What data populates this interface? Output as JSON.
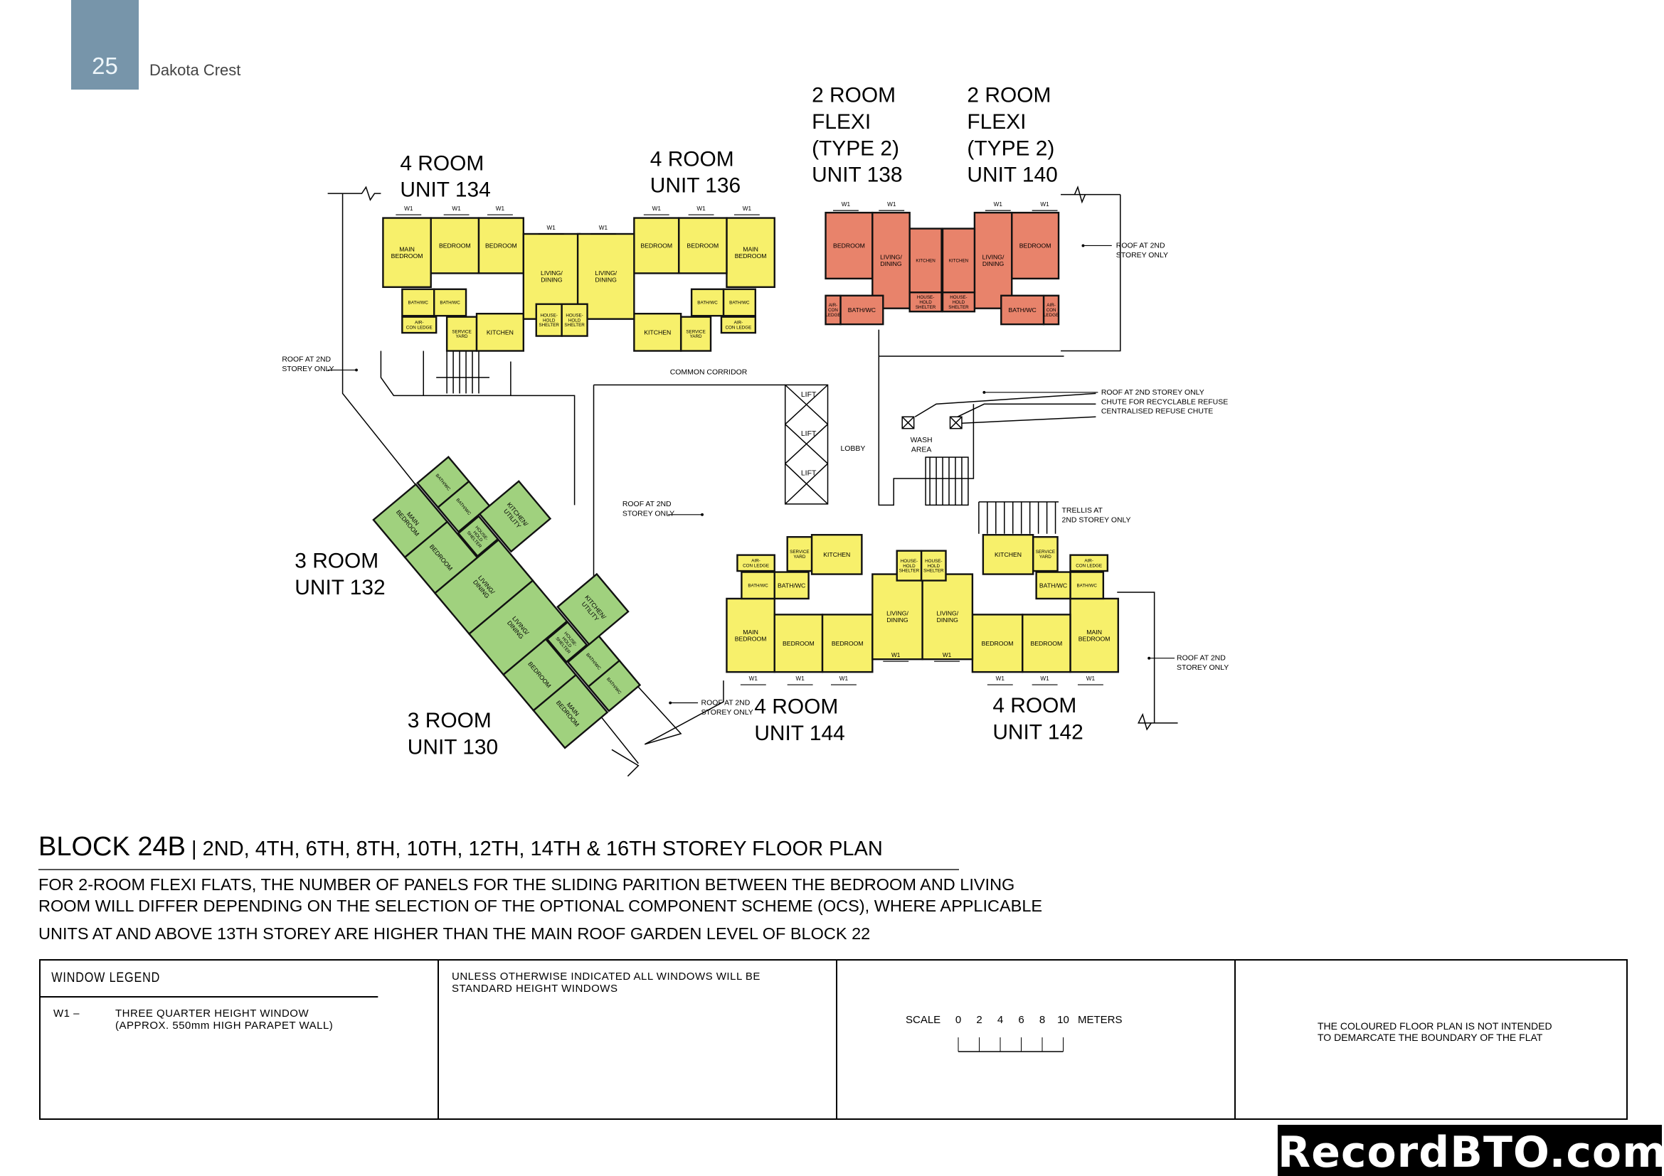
{
  "header": {
    "page_number": "25",
    "project_name": "Dakota Crest"
  },
  "colors": {
    "header_box": "#7795aa",
    "four_room": "#f7f06b",
    "two_room_flexi": "#e8836b",
    "three_room": "#a0d17e"
  },
  "plan": {
    "window_label": "W1",
    "units": [
      {
        "id": "134",
        "color": "#f7f06b",
        "title": [
          "4 ROOM",
          "UNIT 134"
        ],
        "rooms": [
          [
            "MAIN",
            "BEDROOM"
          ],
          [
            "BEDROOM"
          ],
          [
            "BEDROOM"
          ],
          [
            "BATH/WC"
          ],
          [
            "BATH/WC"
          ],
          [
            "AIR-",
            "CON LEDGE"
          ],
          [
            "SERVICE",
            "YARD"
          ],
          [
            "KITCHEN"
          ],
          [
            "LIVING/",
            "DINING"
          ],
          [
            "HOUSE-",
            "HOLD",
            "SHELTER"
          ]
        ]
      },
      {
        "id": "136",
        "color": "#f7f06b",
        "title": [
          "4 ROOM",
          "UNIT 136"
        ],
        "rooms": [
          [
            "MAIN",
            "BEDROOM"
          ],
          [
            "BEDROOM"
          ],
          [
            "BEDROOM"
          ],
          [
            "BATH/WC"
          ],
          [
            "BATH/WC"
          ],
          [
            "AIR-",
            "CON LEDGE"
          ],
          [
            "SERVICE",
            "YARD"
          ],
          [
            "KITCHEN"
          ],
          [
            "LIVING/",
            "DINING"
          ],
          [
            "HOUSE-",
            "HOLD",
            "SHELTER"
          ]
        ]
      },
      {
        "id": "138",
        "color": "#e8836b",
        "title": [
          "2 ROOM",
          "FLEXI",
          "(TYPE 2)",
          "UNIT 138"
        ],
        "rooms": [
          [
            "BEDROOM"
          ],
          [
            "LIVING/",
            "DINING"
          ],
          [
            "BATH/WC"
          ],
          [
            "AIR-",
            "CON",
            "LEDGE"
          ],
          [
            "KITCHEN"
          ],
          [
            "HOUSE-",
            "HOLD",
            "SHELTER"
          ]
        ]
      },
      {
        "id": "140",
        "color": "#e8836b",
        "title": [
          "2 ROOM",
          "FLEXI",
          "(TYPE 2)",
          "UNIT 140"
        ],
        "rooms": [
          [
            "BEDROOM"
          ],
          [
            "LIVING/",
            "DINING"
          ],
          [
            "BATH/WC"
          ],
          [
            "AIR-",
            "CON",
            "LEDGE"
          ],
          [
            "KITCHEN"
          ],
          [
            "HOUSE-",
            "HOLD",
            "SHELTER"
          ]
        ]
      },
      {
        "id": "132",
        "color": "#a0d17e",
        "title": [
          "3 ROOM",
          "UNIT 132"
        ],
        "rooms": [
          [
            "MAIN",
            "BEDROOM"
          ],
          [
            "BEDROOM"
          ],
          [
            "BATH/WC"
          ],
          [
            "BATH/WC"
          ],
          [
            "KITCHEN/",
            "UTILITY"
          ],
          [
            "LIVING/",
            "DINING"
          ],
          [
            "HOUSE-",
            "HOLD",
            "SHELTER"
          ]
        ]
      },
      {
        "id": "130",
        "color": "#a0d17e",
        "title": [
          "3 ROOM",
          "UNIT 130"
        ],
        "rooms": [
          [
            "MAIN",
            "BEDROOM"
          ],
          [
            "BEDROOM"
          ],
          [
            "BATH/WC"
          ],
          [
            "BATH/WC"
          ],
          [
            "KITCHEN/",
            "UTILITY"
          ],
          [
            "LIVING/",
            "DINING"
          ],
          [
            "HOUSE-",
            "HOLD",
            "SHELTER"
          ]
        ]
      },
      {
        "id": "144",
        "color": "#f7f06b",
        "title": [
          "4 ROOM",
          "UNIT 144"
        ],
        "rooms": [
          [
            "MAIN",
            "BEDROOM"
          ],
          [
            "BEDROOM"
          ],
          [
            "BEDROOM"
          ],
          [
            "BATH/WC"
          ],
          [
            "BATH/WC"
          ],
          [
            "AIR-",
            "CON LEDGE"
          ],
          [
            "SERVICE",
            "YARD"
          ],
          [
            "KITCHEN"
          ],
          [
            "LIVING/",
            "DINING"
          ],
          [
            "HOUSE-",
            "HOLD",
            "SHELTER"
          ]
        ]
      },
      {
        "id": "142",
        "color": "#f7f06b",
        "title": [
          "4 ROOM",
          "UNIT 142"
        ],
        "rooms": [
          [
            "MAIN",
            "BEDROOM"
          ],
          [
            "BEDROOM"
          ],
          [
            "BEDROOM"
          ],
          [
            "BATH/WC"
          ],
          [
            "BATH/WC"
          ],
          [
            "AIR-",
            "CON LEDGE"
          ],
          [
            "SERVICE",
            "YARD"
          ],
          [
            "KITCHEN"
          ],
          [
            "LIVING/",
            "DINING"
          ],
          [
            "HOUSE-",
            "HOLD",
            "SHELTER"
          ]
        ]
      }
    ],
    "annotations": {
      "roof_left": [
        "ROOF AT 2ND",
        "STOREY ONLY"
      ],
      "roof_top_right": [
        "ROOF AT 2ND",
        "STOREY ONLY"
      ],
      "refuse": [
        "ROOF AT 2ND STOREY ONLY",
        "CHUTE FOR RECYCLABLE REFUSE",
        "CENTRALISED REFUSE CHUTE"
      ],
      "roof_center": [
        "ROOF AT 2ND",
        "STOREY ONLY"
      ],
      "trellis": [
        "TRELLIS AT",
        "2ND STOREY ONLY"
      ],
      "roof_bottom_right": [
        "ROOF AT 2ND",
        "STOREY ONLY"
      ],
      "roof_bottom_center": [
        "ROOF AT 2ND",
        "STOREY ONLY"
      ],
      "common_corridor": "COMMON CORRIDOR",
      "lobby": "LOBBY",
      "lift": "LIFT",
      "wash_area": [
        "WASH",
        "AREA"
      ]
    }
  },
  "title": {
    "block": "BLOCK 24B",
    "subtitle": " | 2ND, 4TH, 6TH, 8TH, 10TH, 12TH, 14TH & 16TH STOREY FLOOR PLAN"
  },
  "notes": [
    "FOR 2-ROOM FLEXI FLATS, THE NUMBER OF PANELS FOR THE SLIDING PARITION BETWEEN THE BEDROOM AND LIVING",
    "ROOM WILL DIFFER DEPENDING ON THE SELECTION OF THE OPTIONAL COMPONENT SCHEME (OCS), WHERE APPLICABLE",
    "UNITS AT AND ABOVE 13TH STOREY ARE HIGHER THAN THE MAIN ROOF GARDEN LEVEL OF BLOCK 22"
  ],
  "legend": {
    "heading": "WINDOW  LEGEND",
    "code": "W1  –",
    "desc_line1": "THREE  QUARTER  HEIGHT  WINDOW",
    "desc_line2": "(APPROX.  550mm  HIGH  PARAPET  WALL)",
    "standard_note_1": "UNLESS  OTHERWISE  INDICATED  ALL  WINDOWS  WILL  BE",
    "standard_note_2": "STANDARD  HEIGHT  WINDOWS",
    "scale_label": "SCALE",
    "scale_ticks": [
      "0",
      "2",
      "4",
      "6",
      "8",
      "10"
    ],
    "scale_unit": "METERS",
    "disclaimer_1": "THE COLOURED FLOOR PLAN IS NOT INTENDED",
    "disclaimer_2": "TO DEMARCATE THE BOUNDARY OF THE FLAT"
  },
  "watermark": "RecordBTO.com"
}
